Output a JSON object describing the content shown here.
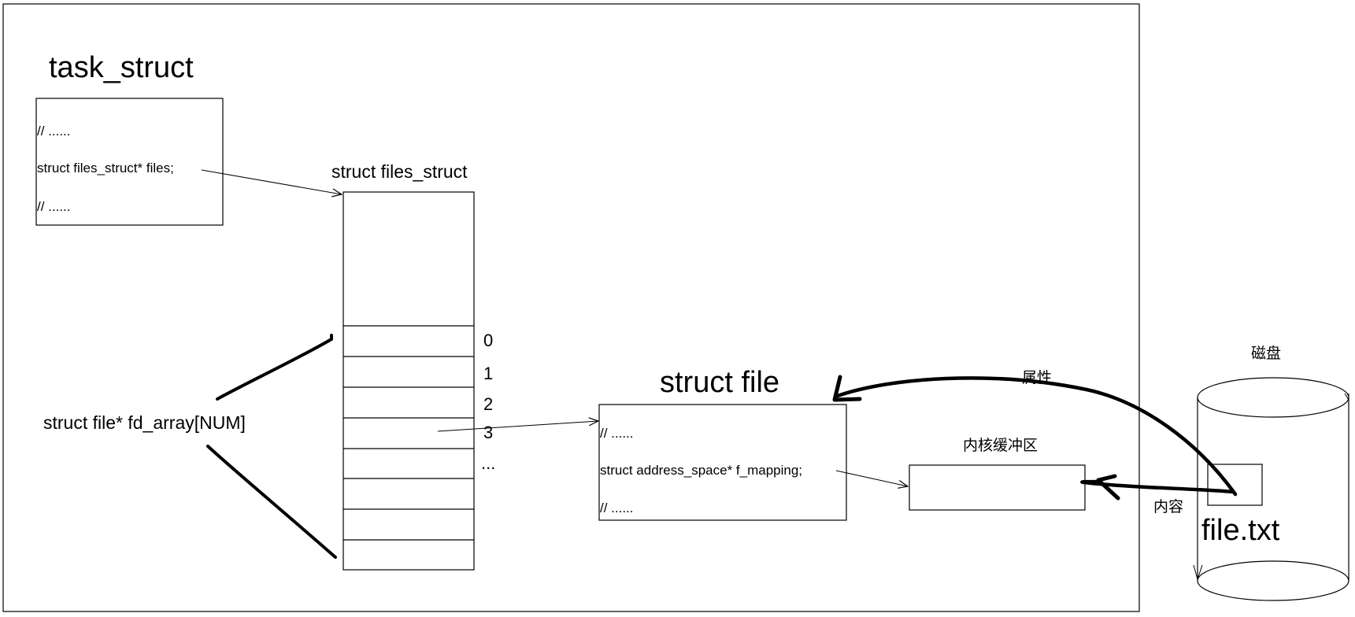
{
  "task_struct": {
    "title": "task_struct",
    "lines": [
      "// ......",
      "struct files_struct* files;",
      "// ......"
    ]
  },
  "files_struct": {
    "title": "struct files_struct",
    "indices": [
      "0",
      "1",
      "2",
      "3",
      "..."
    ]
  },
  "fd_array": {
    "label": "struct file* fd_array[NUM]"
  },
  "struct_file": {
    "title": "struct file",
    "lines": [
      "// ......",
      "struct address_space* f_mapping;",
      "// ......"
    ]
  },
  "buffer": {
    "label": "内核缓冲区"
  },
  "disk": {
    "label": "磁盘",
    "file_name": "file.txt"
  },
  "arrows": {
    "attributes_label": "属性",
    "content_label": "内容"
  }
}
